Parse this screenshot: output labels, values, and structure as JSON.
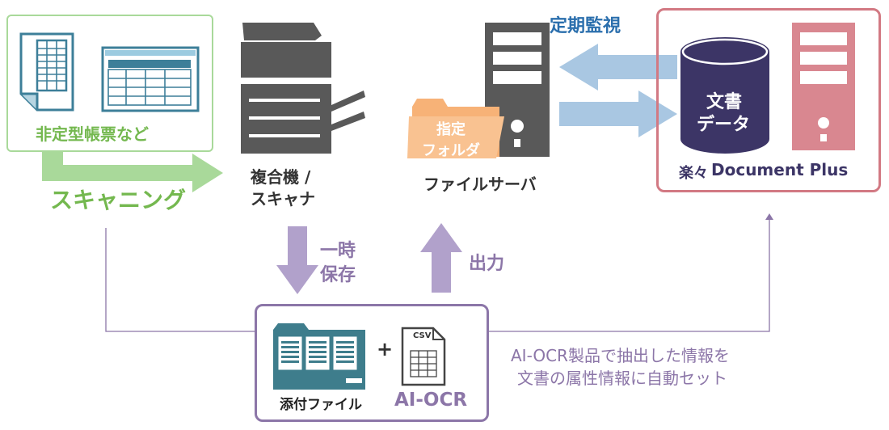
{
  "forms_label": "非定型帳票など",
  "scanning_label": "スキャニング",
  "mfp_label_line1": "複合機 /",
  "mfp_label_line2": "スキャナ",
  "folder_label_line1": "指定",
  "folder_label_line2": "フォルダ",
  "file_server_label": "ファイルサーバ",
  "periodic_monitoring_label": "定期監視",
  "db_label_line1": "文書",
  "db_label_line2": "データ",
  "brand_logo_text": "楽々",
  "brand_product_text": "Document Plus",
  "temp_save_line1": "一時",
  "temp_save_line2": "保存",
  "output_label": "出力",
  "attachment_label": "添付ファイル",
  "aiocr_label": "AI-OCR",
  "csv_label": "CSV",
  "plus_sign": "+",
  "note_line1": "AI-OCR製品で抽出した情報を",
  "note_line2": "文書の属性情報に自動セット",
  "colors": {
    "green": "#74b84f",
    "green_light": "#a9d99a",
    "blue_arrow": "#a9c7e2",
    "blue_text": "#2b6fad",
    "purple": "#8c76a8",
    "purple_arrow": "#b1a1cb",
    "red_border": "#d27983",
    "db_navy": "#3c3566",
    "server_red": "#d98790",
    "folder_orange": "#f7b277",
    "teal_folder": "#3e7d8c",
    "gray_dark": "#595959"
  }
}
